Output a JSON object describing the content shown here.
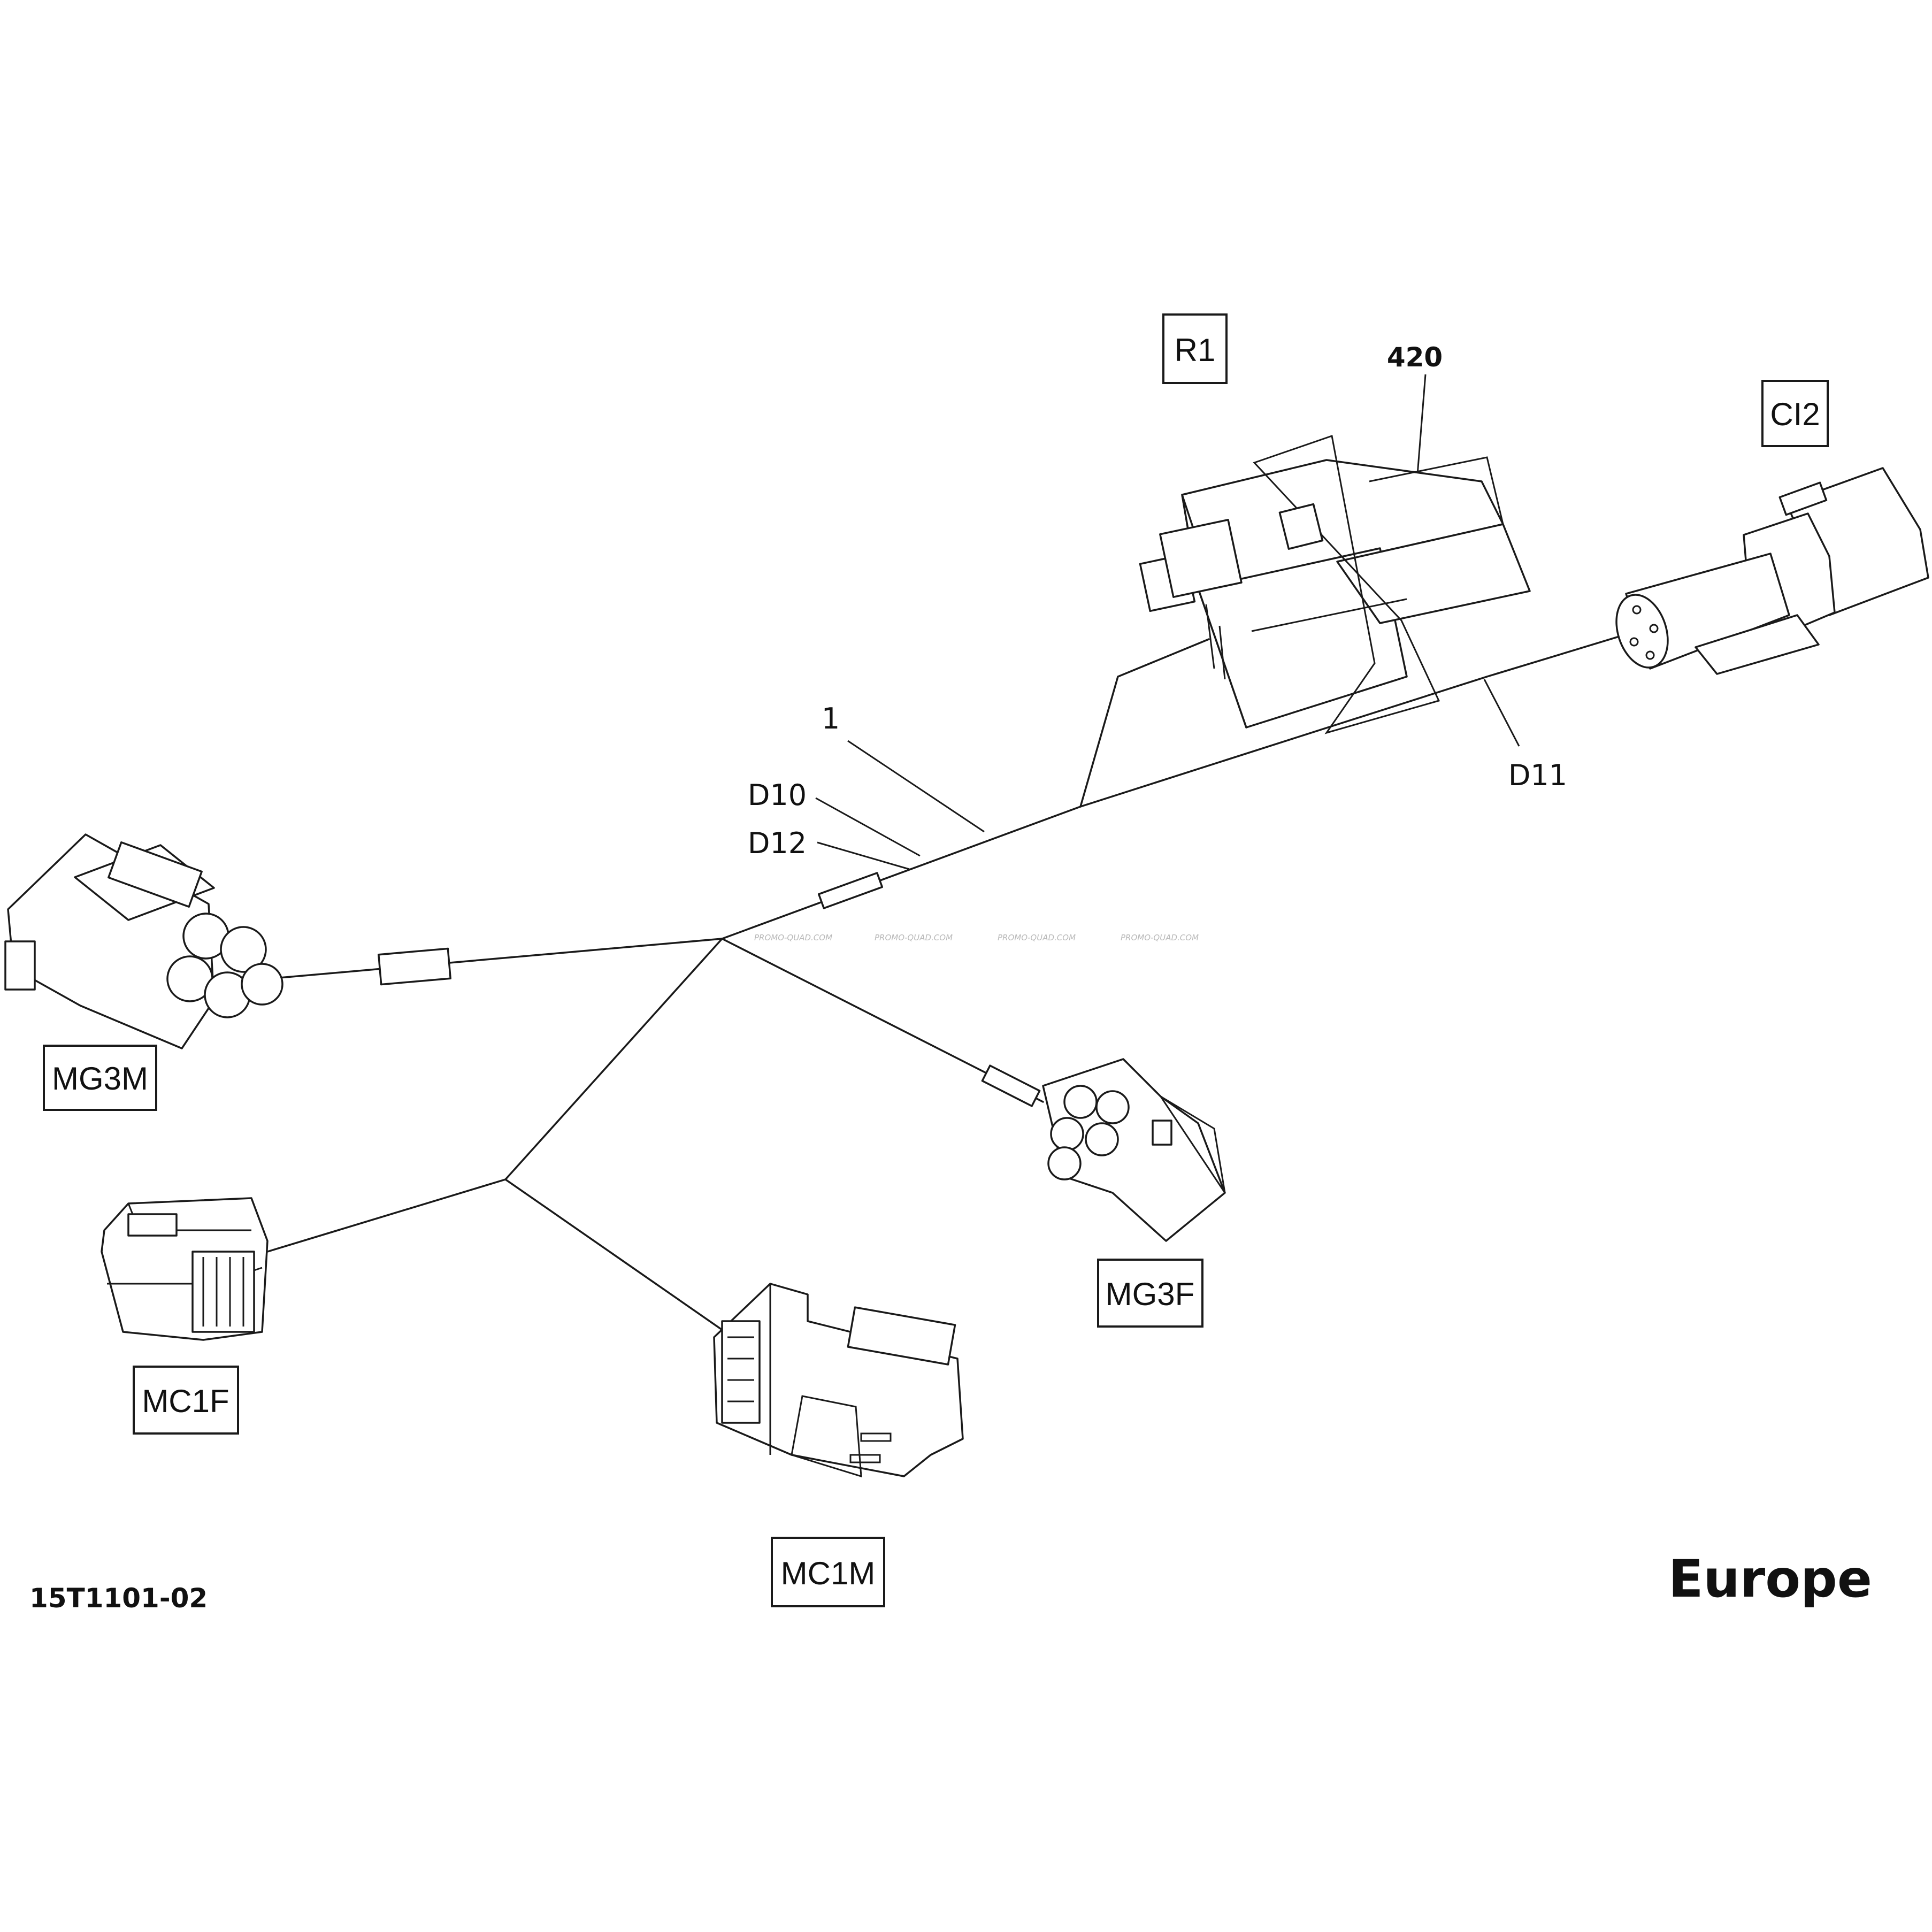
{
  "figure": {
    "reference": "15T1101-02",
    "region": "Europe"
  },
  "connectors": {
    "r1": "R1",
    "ci2": "CI2",
    "mg3m": "MG3M",
    "mg3f": "MG3F",
    "mc1f": "MC1F",
    "mc1m": "MC1M"
  },
  "callouts": {
    "part_420": "420",
    "item_1": "1",
    "d10": "D10",
    "d12": "D12",
    "d11": "D11"
  },
  "watermark": {
    "text": "PROMO-QUAD.COM"
  }
}
